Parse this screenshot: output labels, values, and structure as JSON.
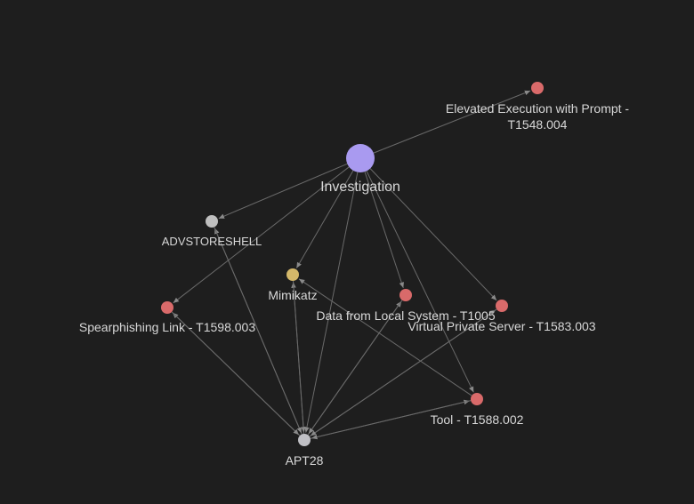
{
  "graph": {
    "background": "#1e1e1e",
    "edge_color": "#6a6a6a",
    "arrow_color": "#8a8a8a",
    "label_color": "#d8d8d8",
    "nodes": [
      {
        "id": "investigation",
        "label": "Investigation",
        "color": "#a99af0",
        "kind": "hub"
      },
      {
        "id": "elevated",
        "label": "Elevated Execution with Prompt - T1548.004",
        "color": "#d96a6a",
        "kind": "technique"
      },
      {
        "id": "advstoreshell",
        "label": "ADVSTORESHELL",
        "color": "#bfbfbf",
        "kind": "malware"
      },
      {
        "id": "mimikatz",
        "label": "Mimikatz",
        "color": "#d4b86a",
        "kind": "tool"
      },
      {
        "id": "datalocal",
        "label": "Data from Local System - T1005",
        "color": "#d96a6a",
        "kind": "technique"
      },
      {
        "id": "vps",
        "label": "Virtual Private Server - T1583.003",
        "color": "#d96a6a",
        "kind": "technique"
      },
      {
        "id": "spearphishing",
        "label": "Spearphishing Link - T1598.003",
        "color": "#d96a6a",
        "kind": "technique"
      },
      {
        "id": "tool",
        "label": "Tool - T1588.002",
        "color": "#d96a6a",
        "kind": "technique"
      },
      {
        "id": "apt28",
        "label": "APT28",
        "color": "#bfbfc4",
        "kind": "actor"
      }
    ],
    "edges": [
      {
        "from": "investigation",
        "to": "elevated"
      },
      {
        "from": "investigation",
        "to": "advstoreshell"
      },
      {
        "from": "investigation",
        "to": "mimikatz"
      },
      {
        "from": "investigation",
        "to": "datalocal"
      },
      {
        "from": "investigation",
        "to": "vps"
      },
      {
        "from": "investigation",
        "to": "spearphishing"
      },
      {
        "from": "investigation",
        "to": "tool"
      },
      {
        "from": "investigation",
        "to": "apt28"
      },
      {
        "from": "apt28",
        "to": "advstoreshell"
      },
      {
        "from": "apt28",
        "to": "mimikatz"
      },
      {
        "from": "apt28",
        "to": "datalocal"
      },
      {
        "from": "apt28",
        "to": "vps"
      },
      {
        "from": "apt28",
        "to": "spearphishing"
      },
      {
        "from": "apt28",
        "to": "tool"
      },
      {
        "from": "tool",
        "to": "mimikatz"
      },
      {
        "from": "spearphishing",
        "to": "apt28"
      },
      {
        "from": "advstoreshell",
        "to": "apt28"
      },
      {
        "from": "datalocal",
        "to": "apt28"
      },
      {
        "from": "vps",
        "to": "apt28"
      },
      {
        "from": "tool",
        "to": "apt28"
      },
      {
        "from": "mimikatz",
        "to": "apt28"
      }
    ]
  }
}
